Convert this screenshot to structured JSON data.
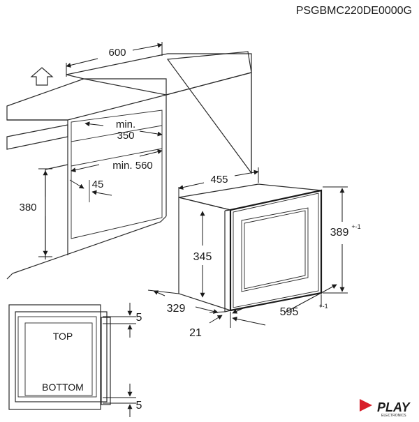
{
  "model_code": "PSGBMC220DE0000G",
  "cabinet": {
    "width": "600",
    "min_depth": "min.",
    "min_depth_value": "350",
    "min_inner": "min. 560",
    "offset": "45",
    "height": "380"
  },
  "appliance": {
    "depth": "455",
    "height_front": "389",
    "height_front_tol": "+-1",
    "height_body": "345",
    "body_depth": "329",
    "frame_depth": "21",
    "width": "595",
    "width_tol": "+-1"
  },
  "section": {
    "top_label": "TOP",
    "bottom_label": "BOTTOM",
    "gap_top": "5",
    "gap_bottom": "5"
  },
  "brand": {
    "name": "PLAY",
    "tagline": "ELECTRONICS",
    "accent_color": "#d81e2a"
  }
}
